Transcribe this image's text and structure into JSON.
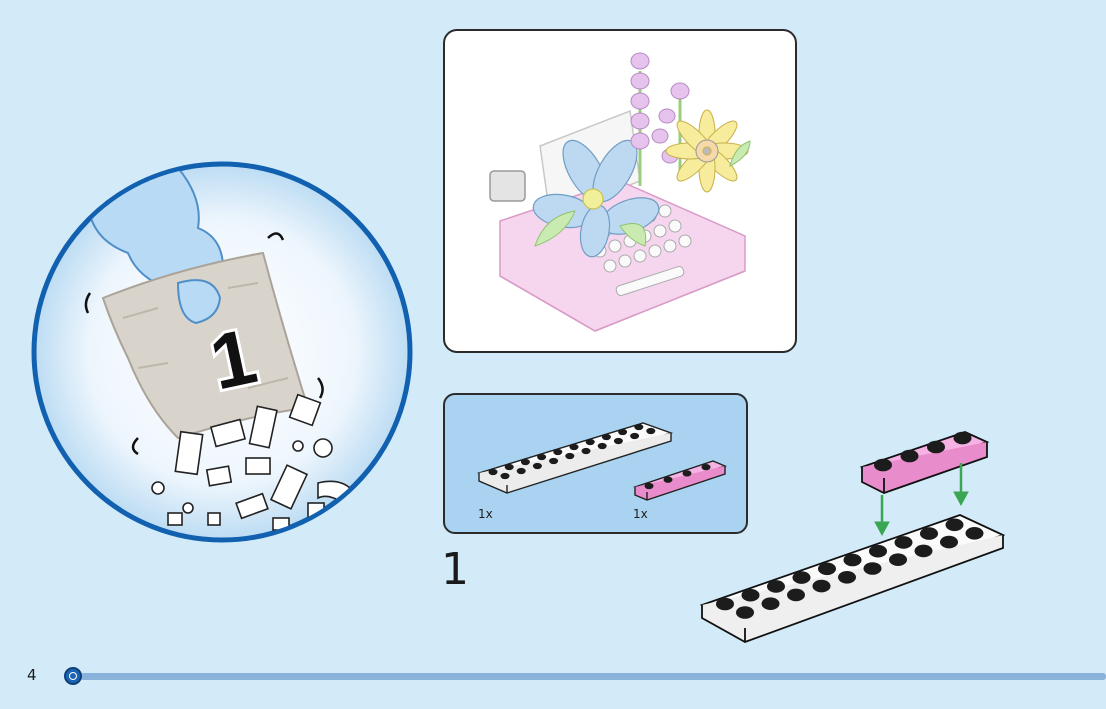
{
  "page": {
    "number": "4",
    "step": "1"
  },
  "bag": {
    "number": "1"
  },
  "parts": [
    {
      "qty": "1x",
      "name": "white-plate-2x10",
      "color": "#f7f7f7"
    },
    {
      "qty": "1x",
      "name": "pink-plate-1x4",
      "color": "#f2a8dc"
    }
  ],
  "colors": {
    "background": "#d3ebf9",
    "callout": "#a9d3f0",
    "accent": "#1b64b4",
    "progress": "#8ab3dc",
    "arrow": "#3aa653"
  }
}
